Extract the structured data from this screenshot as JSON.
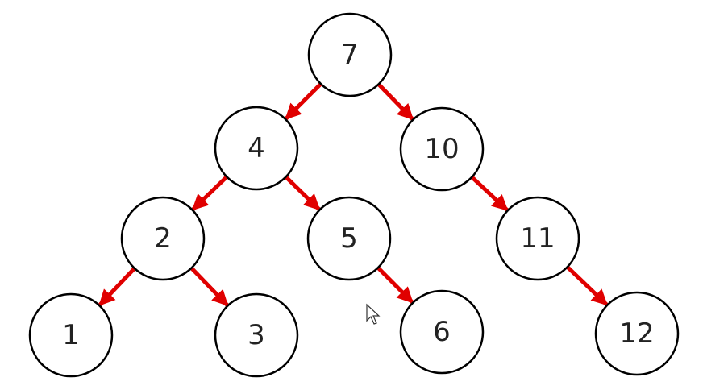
{
  "diagram": {
    "type": "binary-search-tree",
    "edge_color": "#e00000",
    "nodes": [
      {
        "id": "n7",
        "label": "7"
      },
      {
        "id": "n4",
        "label": "4"
      },
      {
        "id": "n10",
        "label": "10"
      },
      {
        "id": "n2",
        "label": "2"
      },
      {
        "id": "n5",
        "label": "5"
      },
      {
        "id": "n11",
        "label": "11"
      },
      {
        "id": "n1",
        "label": "1"
      },
      {
        "id": "n3",
        "label": "3"
      },
      {
        "id": "n6",
        "label": "6"
      },
      {
        "id": "n12",
        "label": "12"
      }
    ],
    "edges": [
      {
        "from": "n7",
        "to": "n4"
      },
      {
        "from": "n7",
        "to": "n10"
      },
      {
        "from": "n4",
        "to": "n2"
      },
      {
        "from": "n4",
        "to": "n5"
      },
      {
        "from": "n10",
        "to": "n11"
      },
      {
        "from": "n2",
        "to": "n1"
      },
      {
        "from": "n2",
        "to": "n3"
      },
      {
        "from": "n5",
        "to": "n6"
      },
      {
        "from": "n11",
        "to": "n12"
      }
    ]
  }
}
